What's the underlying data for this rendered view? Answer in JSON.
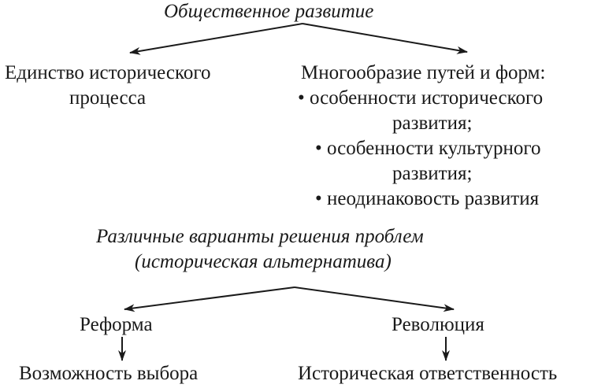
{
  "title": "Общественное развитие",
  "left_branch": {
    "lines": [
      "Единство исторического",
      "процесса"
    ]
  },
  "right_branch": {
    "heading": "Многообразие путей и форм:",
    "items": [
      [
        "• особенности исторического",
        "развития;"
      ],
      [
        "• особенности культурного",
        "развития;"
      ],
      [
        "• неодинаковость развития"
      ]
    ]
  },
  "middle": {
    "line1": "Различные варианты решения проблем",
    "line2": "(историческая альтернатива)"
  },
  "bottom": {
    "left_top": "Реформа",
    "left_bottom": "Возможность выбора",
    "right_top": "Революция",
    "right_bottom": "Историческая ответственность"
  }
}
